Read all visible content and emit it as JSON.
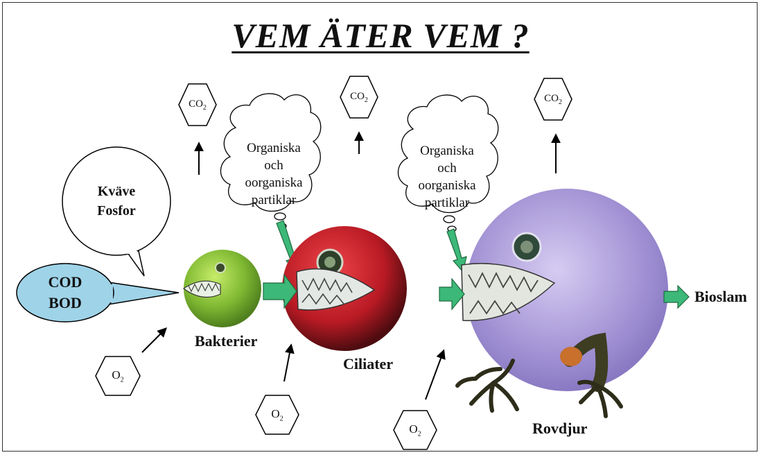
{
  "title": "VEM ÄTER VEM ?",
  "molecules": {
    "co2": "CO",
    "o2": "O",
    "subscript": "2"
  },
  "bubbles": {
    "nutrients": [
      "Kväve",
      "Fosfor"
    ],
    "oxygen_demand": [
      "COD",
      "BOD"
    ]
  },
  "thought_clouds": {
    "cloud_1": [
      "Organiska",
      "och",
      "oorganiska",
      "partiklar"
    ],
    "cloud_2": [
      "Organiska",
      "och",
      "oorganiska",
      "partiklar"
    ]
  },
  "organisms": {
    "bacteria": "Bakterier",
    "ciliates": "Ciliater",
    "predator": "Rovdjur"
  },
  "output": "Bioslam",
  "colors": {
    "bacteria": "#8cc63f",
    "ciliates": "#c9202a",
    "predator": "#a89ad6",
    "arrow_green": "#3cb878",
    "bubble_blue": "#9fd3e8"
  }
}
